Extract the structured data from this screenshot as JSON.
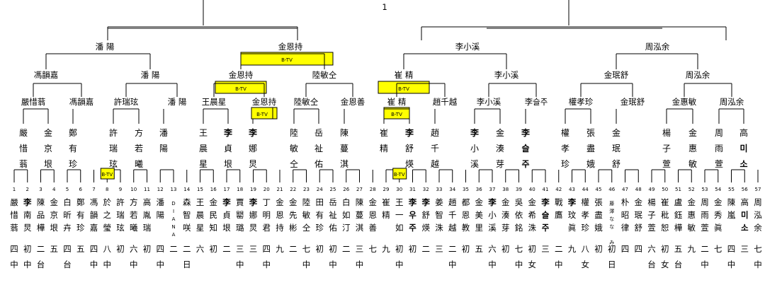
{
  "root": "1",
  "level1": [
    "潘 陽",
    "金恩持",
    "李小溪",
    "周泓余"
  ],
  "level1_btv": [
    false,
    true,
    false,
    false
  ],
  "level2": [
    "馮韻嘉",
    "潘 陽",
    "金恩持",
    "陸敏仝",
    "崔 精",
    "李小溪",
    "金珉舒",
    "周泓余"
  ],
  "level2_btv": [
    false,
    false,
    true,
    false,
    true,
    false,
    false,
    false
  ],
  "level3": [
    "嚴惜蓊",
    "馮韻嘉",
    "許瑞玹",
    "潘 陽",
    "王晨星",
    "金恩持",
    "陸敏仝",
    "金恩善",
    "崔 精",
    "趙千越",
    "李小溪",
    "李슬주",
    "權孝珍",
    "金珉舒",
    "金惠敏",
    "周泓余"
  ],
  "level3_btv": [
    false,
    false,
    false,
    false,
    false,
    true,
    false,
    false,
    true,
    false,
    false,
    false,
    false,
    false,
    false,
    false
  ],
  "btv_label": "B-TV",
  "level4": [
    "嚴惜蓊",
    "金京垠",
    "鄭有珍",
    "許瑞玹",
    "方若曦",
    "潘陽",
    "王晨星",
    "李貞垠",
    "李娜炅",
    "陸敏仝",
    "岳祉佑",
    "陳蔓淇",
    "崔精",
    "李舒煐",
    "趙千越",
    "李小溪",
    "金湊芽",
    "李슬주",
    "權孝珍",
    "張盡娥",
    "金珉舒",
    "楊子萱",
    "金惠敏",
    "周雨萱",
    "高미소"
  ],
  "players": [
    {
      "n": "1",
      "name": "嚴惜蓊",
      "g": "四",
      "c": "中"
    },
    {
      "n": "2",
      "name": "李南炅",
      "g": "初",
      "c": "中"
    },
    {
      "n": "3",
      "name": "陳品樺",
      "g": "二",
      "c": "台"
    },
    {
      "n": "4",
      "name": "金京垠",
      "g": "五",
      "c": ""
    },
    {
      "n": "5",
      "name": "白昕卉",
      "g": "四",
      "c": "台"
    },
    {
      "n": "6",
      "name": "鄭有珍",
      "g": "五",
      "c": ""
    },
    {
      "n": "7",
      "name": "馮韻嘉",
      "g": "四",
      "c": "中"
    },
    {
      "n": "8",
      "name": "於之瑩",
      "g": "八",
      "c": "中"
    },
    {
      "n": "9",
      "name": "許瑞玹",
      "g": "初",
      "c": ""
    },
    {
      "n": "10",
      "name": "方若曦",
      "g": "六",
      "c": "中"
    },
    {
      "n": "11",
      "name": "高胤瑞",
      "g": "初",
      "c": ""
    },
    {
      "n": "12",
      "name": "潘陽",
      "g": "四",
      "c": "中"
    },
    {
      "n": "13",
      "name": "DIANA",
      "g": "二",
      "c": ""
    },
    {
      "n": "14",
      "name": "森智咲",
      "g": "二",
      "c": "日"
    },
    {
      "n": "15",
      "name": "王晨星",
      "g": "六",
      "c": ""
    },
    {
      "n": "16",
      "name": "金民知",
      "g": "初",
      "c": ""
    },
    {
      "n": "17",
      "name": "李貞垠",
      "g": "二",
      "c": ""
    },
    {
      "n": "18",
      "name": "賈罌璐",
      "g": "三",
      "c": "中"
    },
    {
      "n": "19",
      "name": "李娜炅",
      "g": "三",
      "c": ""
    },
    {
      "n": "20",
      "name": "丁明君",
      "g": "四",
      "c": "中"
    },
    {
      "n": "21",
      "name": "金恩持",
      "g": "九",
      "c": ""
    },
    {
      "n": "22",
      "name": "金先彬",
      "g": "二",
      "c": ""
    },
    {
      "n": "23",
      "name": "陸敏仝",
      "g": "七",
      "c": "中"
    },
    {
      "n": "24",
      "name": "田有珍",
      "g": "初",
      "c": ""
    },
    {
      "n": "25",
      "name": "岳祉佑",
      "g": "初",
      "c": "中"
    },
    {
      "n": "26",
      "name": "白如汀",
      "g": "二",
      "c": ""
    },
    {
      "n": "27",
      "name": "陳蔓淇",
      "g": "三",
      "c": "中"
    },
    {
      "n": "28",
      "name": "金恩善",
      "g": "七",
      "c": ""
    },
    {
      "n": "29",
      "name": "崔精",
      "g": "九",
      "c": ""
    },
    {
      "n": "30",
      "name": "王一如",
      "g": "初",
      "c": "中"
    },
    {
      "n": "31",
      "name": "李우주",
      "g": "初",
      "c": ""
    },
    {
      "n": "32",
      "name": "李舒煐",
      "g": "二",
      "c": ""
    },
    {
      "n": "33",
      "name": "姜智洙",
      "g": "三",
      "c": ""
    },
    {
      "n": "34",
      "name": "趙千越",
      "g": "二",
      "c": "中"
    },
    {
      "n": "35",
      "name": "都恩教",
      "g": "初",
      "c": ""
    },
    {
      "n": "36",
      "name": "金美里",
      "g": "五",
      "c": ""
    },
    {
      "n": "37",
      "name": "李小溪",
      "g": "六",
      "c": "中"
    },
    {
      "n": "38",
      "name": "金湊芽",
      "g": "初",
      "c": ""
    },
    {
      "n": "39",
      "name": "吳依銘",
      "g": "七",
      "c": "中"
    },
    {
      "n": "40",
      "name": "金希洙",
      "g": "初",
      "c": "女"
    },
    {
      "n": "41",
      "name": "李슬주",
      "g": "三",
      "c": ""
    },
    {
      "n": "42",
      "name": "戰鷹",
      "g": "二",
      "c": "中"
    },
    {
      "n": "43",
      "name": "李玟眞",
      "g": "九",
      "c": ""
    },
    {
      "n": "44",
      "name": "權孝珍",
      "g": "八",
      "c": "女"
    },
    {
      "n": "45",
      "name": "張盡娥",
      "g": "初",
      "c": ""
    },
    {
      "n": "46",
      "name": "藤澤なな み",
      "g": "初",
      "c": "日"
    },
    {
      "n": "47",
      "name": "朴昭律",
      "g": "四",
      "c": ""
    },
    {
      "n": "48",
      "name": "金珉舒",
      "g": "四",
      "c": ""
    },
    {
      "n": "49",
      "name": "楊子萱",
      "g": "六",
      "c": "台"
    },
    {
      "n": "50",
      "name": "崔秕恕",
      "g": "初",
      "c": "女"
    },
    {
      "n": "51",
      "name": "盧鈺樺",
      "g": "五",
      "c": "台"
    },
    {
      "n": "52",
      "name": "金惠敏",
      "g": "九",
      "c": ""
    },
    {
      "n": "53",
      "name": "周雨萱",
      "g": "二",
      "c": "中"
    },
    {
      "n": "54",
      "name": "金秀眞",
      "g": "七",
      "c": ""
    },
    {
      "n": "55",
      "name": "陳嵐",
      "g": "四",
      "c": "中"
    },
    {
      "n": "56",
      "name": "高미소",
      "g": "三",
      "c": ""
    },
    {
      "n": "57",
      "name": "周泓余",
      "g": "七",
      "c": "中"
    }
  ]
}
